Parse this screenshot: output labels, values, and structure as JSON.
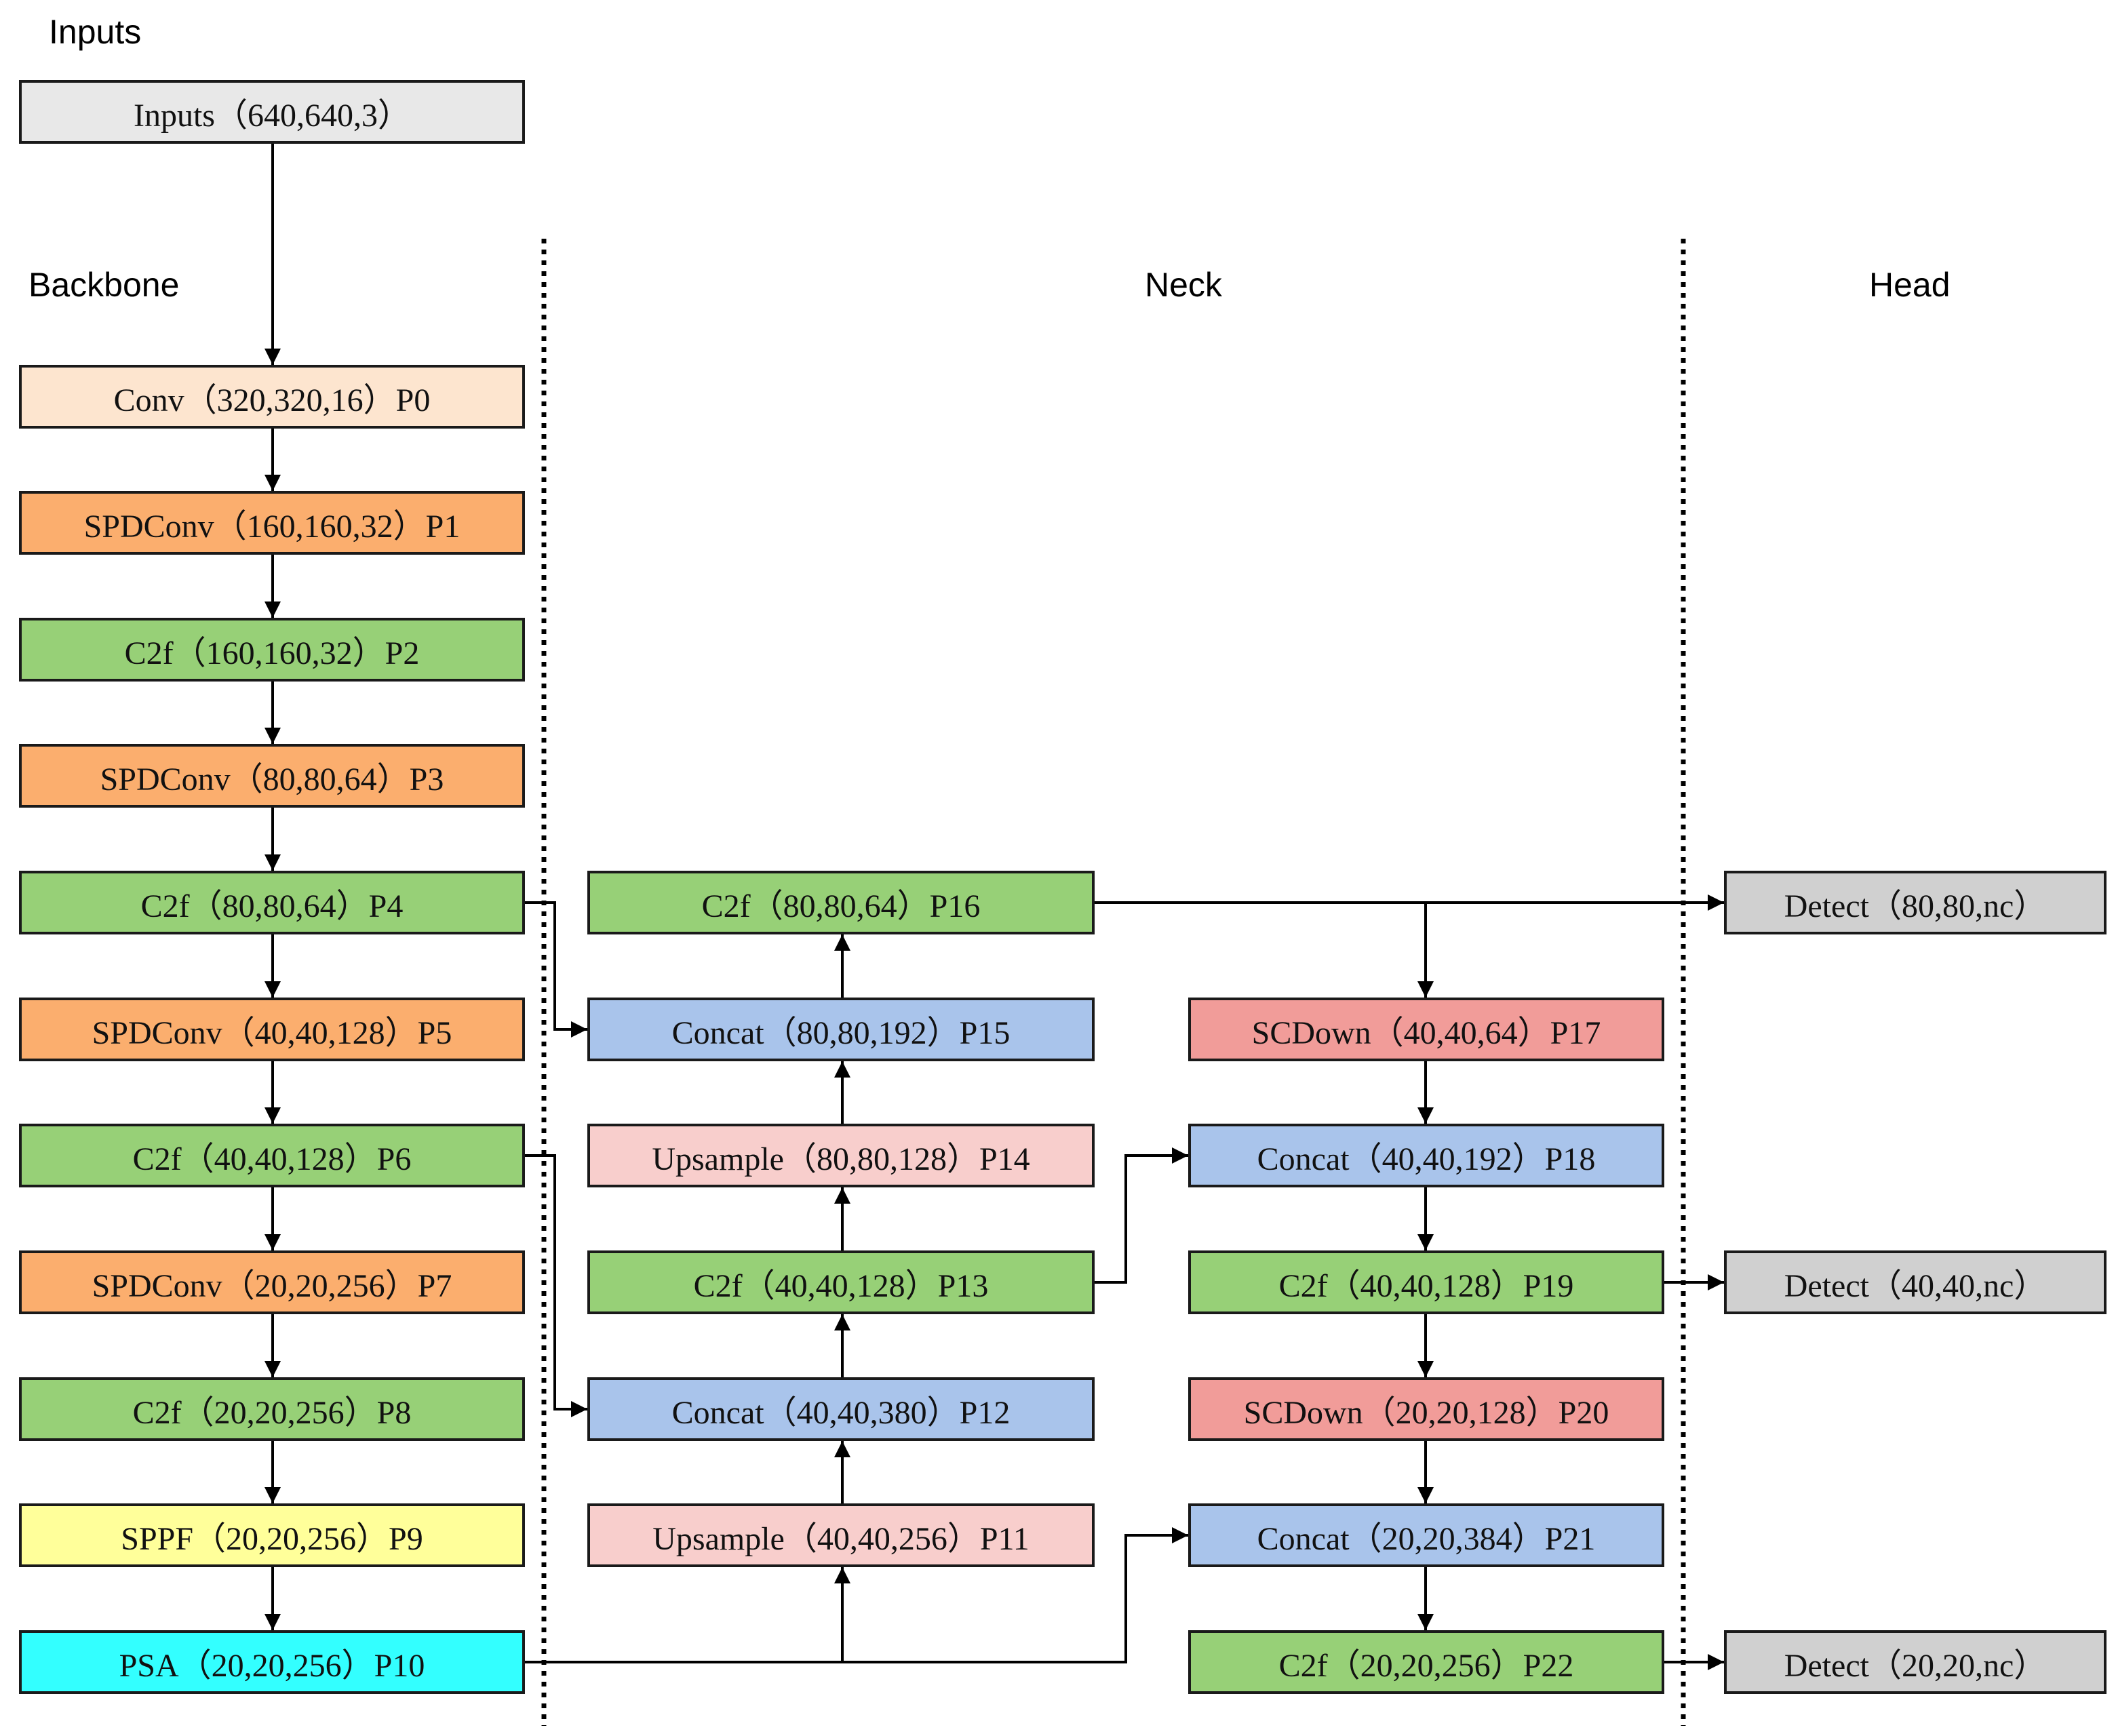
{
  "sections": {
    "inputs": "Inputs",
    "backbone": "Backbone",
    "neck": "Neck",
    "head": "Head"
  },
  "colors": {
    "input": "#e8e8e8",
    "conv": "#fde5cf",
    "spdconv": "#fbae6e",
    "c2f": "#97d077",
    "sppf": "#ffff9a",
    "psa": "#33ffff",
    "concat": "#a9c4eb",
    "upsample": "#f8cecc",
    "scdown": "#f19c99",
    "detect": "#d0d0d0"
  },
  "nodes": {
    "input": "Inputs（640,640,3）",
    "p0": "Conv（320,320,16）P0",
    "p1": "SPDConv（160,160,32）P1",
    "p2": "C2f（160,160,32）P2",
    "p3": "SPDConv（80,80,64）P3",
    "p4": "C2f（80,80,64）P4",
    "p5": "SPDConv（40,40,128）P5",
    "p6": "C2f（40,40,128）P6",
    "p7": "SPDConv（20,20,256）P7",
    "p8": "C2f（20,20,256）P8",
    "p9": "SPPF（20,20,256）P9",
    "p10": "PSA（20,20,256）P10",
    "p11": "Upsample（40,40,256）P11",
    "p12": "Concat（40,40,380）P12",
    "p13": "C2f（40,40,128）P13",
    "p14": "Upsample（80,80,128）P14",
    "p15": "Concat（80,80,192）P15",
    "p16": "C2f（80,80,64）P16",
    "p17": "SCDown（40,40,64）P17",
    "p18": "Concat（40,40,192）P18",
    "p19": "C2f（40,40,128）P19",
    "p20": "SCDown（20,20,128）P20",
    "p21": "Concat（20,20,384）P21",
    "p22": "C2f（20,20,256）P22",
    "d1": "Detect（80,80,nc）",
    "d2": "Detect（40,40,nc）",
    "d3": "Detect（20,20,nc）"
  }
}
